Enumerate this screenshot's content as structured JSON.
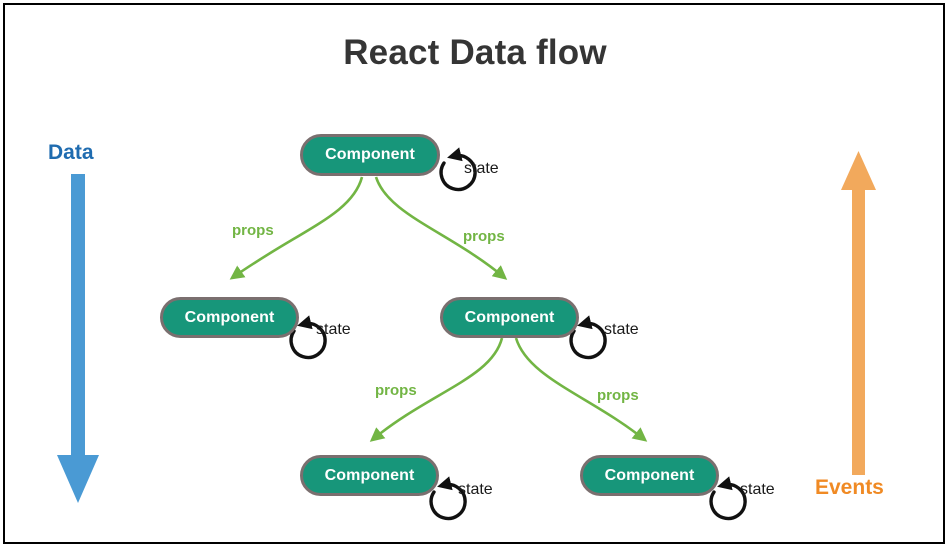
{
  "diagram": {
    "title": "React Data flow",
    "title_color": "#353535",
    "node_label": "Component",
    "node_fill": "#17967a",
    "node_border": "#7a6f6f",
    "node_text_color": "#ffffff",
    "props_label": "props",
    "props_color": "#72b544",
    "state_label": "state",
    "state_color": "#1a1a1a",
    "background": "#ffffff",
    "frame_color": "#000000"
  },
  "left_flow": {
    "label": "Data",
    "color": "#1f6cb0",
    "arrow_color": "#4a9ad4",
    "direction": "down"
  },
  "right_flow": {
    "label": "Events",
    "color": "#f08a24",
    "arrow_color": "#f2a95c",
    "direction": "up"
  },
  "nodes": [
    {
      "id": "root",
      "label": "Component",
      "state": "state"
    },
    {
      "id": "child-left",
      "label": "Component",
      "state": "state"
    },
    {
      "id": "child-right",
      "label": "Component",
      "state": "state"
    },
    {
      "id": "grand-left",
      "label": "Component",
      "state": "state"
    },
    {
      "id": "grand-right",
      "label": "Component",
      "state": "state"
    }
  ],
  "edges": [
    {
      "from": "root",
      "to": "child-left",
      "label": "props"
    },
    {
      "from": "root",
      "to": "child-right",
      "label": "props"
    },
    {
      "from": "child-right",
      "to": "grand-left",
      "label": "props"
    },
    {
      "from": "child-right",
      "to": "grand-right",
      "label": "props"
    }
  ]
}
